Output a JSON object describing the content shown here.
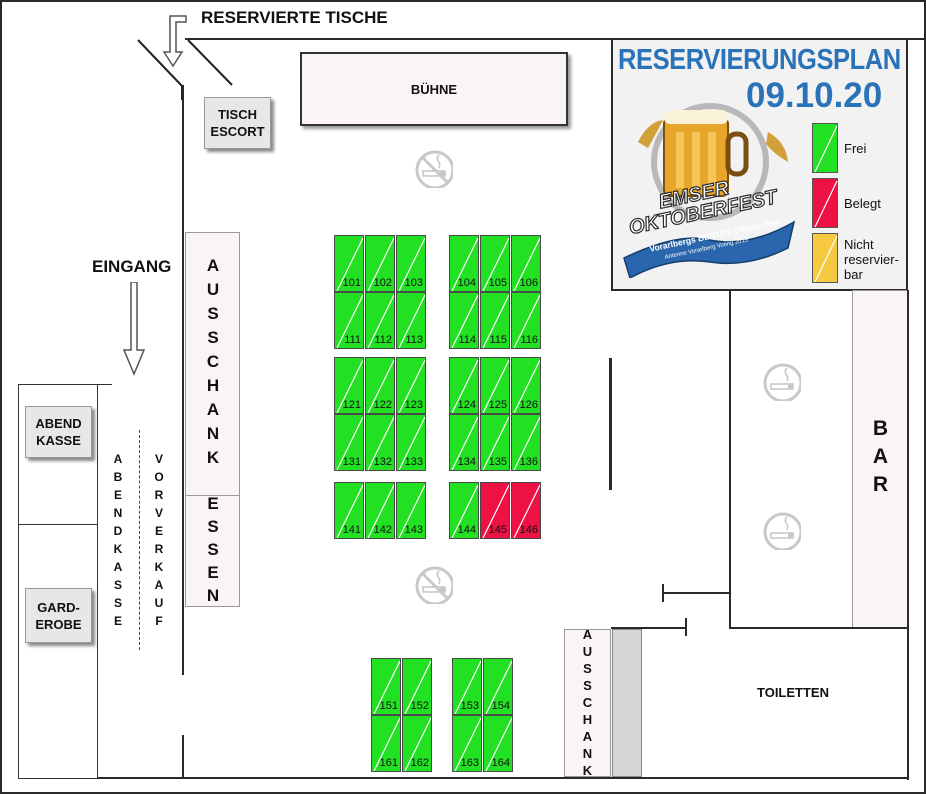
{
  "colors": {
    "frei": "#22e022",
    "belegt": "#ee1144",
    "nicht_reservierbar": "#f7c940",
    "plan_blue": "#2a73b8"
  },
  "labels": {
    "reserved_tables": "RESERVIERTE TISCHE",
    "stage": "BÜHNE",
    "escort": "TISCH\nESCORT",
    "entrance": "EINGANG",
    "ausschank_left": "AUSSCHANK",
    "essen": "ESSEN",
    "abendkasse_sign": "ABEND\nKASSE",
    "garderobe_sign": "GARD-\nEROBE",
    "abendkasse_vertical": "ABENDKASSE",
    "vorverkauf_vertical": "VORVERKAUF",
    "bar": "BAR",
    "ausschank_bottom": "AUSSCHANK",
    "toiletten": "TOILETTEN"
  },
  "plan": {
    "title": "RESERVIERUNGSPLAN",
    "date": "09.10.20",
    "logo_text": "EMSER\nOKTOBERFEST",
    "ribbon_line1": "Vorarlbergs BESTES Oktoberfest",
    "ribbon_line2": "Antenne Vorarlberg Voting 2019"
  },
  "legend": [
    {
      "label": "Frei",
      "status": "frei"
    },
    {
      "label": "Belegt",
      "status": "belegt"
    },
    {
      "label": "Nicht\nreservier-\nbar",
      "status": "nicht_reservierbar"
    }
  ],
  "tables": [
    {
      "number": "101",
      "status": "frei"
    },
    {
      "number": "102",
      "status": "frei"
    },
    {
      "number": "103",
      "status": "frei"
    },
    {
      "number": "104",
      "status": "frei"
    },
    {
      "number": "105",
      "status": "frei"
    },
    {
      "number": "106",
      "status": "frei"
    },
    {
      "number": "111",
      "status": "frei"
    },
    {
      "number": "112",
      "status": "frei"
    },
    {
      "number": "113",
      "status": "frei"
    },
    {
      "number": "114",
      "status": "frei"
    },
    {
      "number": "115",
      "status": "frei"
    },
    {
      "number": "116",
      "status": "frei"
    },
    {
      "number": "121",
      "status": "frei"
    },
    {
      "number": "122",
      "status": "frei"
    },
    {
      "number": "123",
      "status": "frei"
    },
    {
      "number": "124",
      "status": "frei"
    },
    {
      "number": "125",
      "status": "frei"
    },
    {
      "number": "126",
      "status": "frei"
    },
    {
      "number": "131",
      "status": "frei"
    },
    {
      "number": "132",
      "status": "frei"
    },
    {
      "number": "133",
      "status": "frei"
    },
    {
      "number": "134",
      "status": "frei"
    },
    {
      "number": "135",
      "status": "frei"
    },
    {
      "number": "136",
      "status": "frei"
    },
    {
      "number": "141",
      "status": "frei"
    },
    {
      "number": "142",
      "status": "frei"
    },
    {
      "number": "143",
      "status": "frei"
    },
    {
      "number": "144",
      "status": "frei"
    },
    {
      "number": "145",
      "status": "belegt"
    },
    {
      "number": "146",
      "status": "belegt"
    },
    {
      "number": "151",
      "status": "frei"
    },
    {
      "number": "152",
      "status": "frei"
    },
    {
      "number": "153",
      "status": "frei"
    },
    {
      "number": "154",
      "status": "frei"
    },
    {
      "number": "161",
      "status": "frei"
    },
    {
      "number": "162",
      "status": "frei"
    },
    {
      "number": "163",
      "status": "frei"
    },
    {
      "number": "164",
      "status": "frei"
    }
  ],
  "icons": {
    "no_smoking": "no-smoking-icon",
    "smoking": "smoking-icon",
    "arrow": "arrow-down-icon"
  }
}
